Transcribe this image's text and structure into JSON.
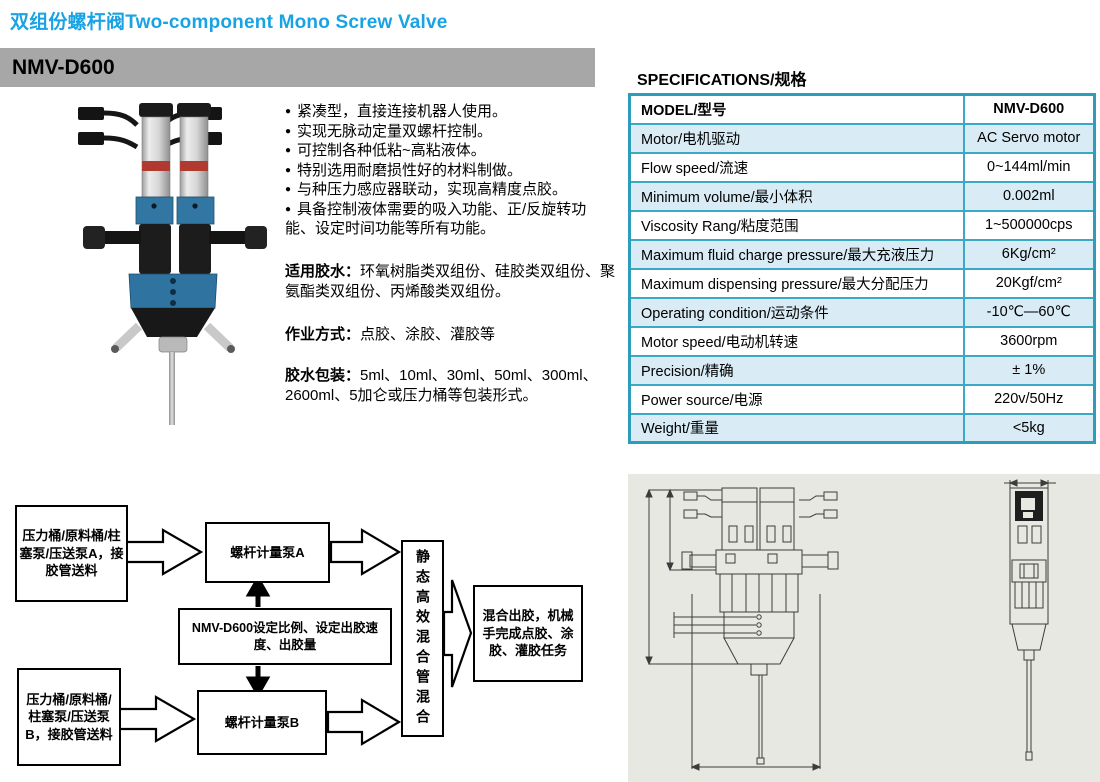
{
  "page": {
    "title": "双组份螺杆阀Two-component Mono Screw Valve",
    "model_header": "NMV-D600"
  },
  "features": {
    "bullets": [
      "紧凑型，直接连接机器人使用。",
      "实现无脉动定量双螺杆控制。",
      "可控制各种低粘~高粘液体。",
      "特别选用耐磨损性好的材料制做。",
      "与种压力感应器联动，实现高精度点胶。",
      "具备控制液体需要的吸入功能、正/反旋转功能、设定时间功能等所有功能。"
    ],
    "glue_label": "适用胶水：",
    "glue_text": "环氧树脂类双组份、硅胶类双组份、聚氨酯类双组份、丙烯酸类双组份。",
    "work_label": "作业方式：",
    "work_text": "点胶、涂胶、灌胶等",
    "package_label": "胶水包装：",
    "package_text": "5ml、10ml、30ml、50ml、300ml、2600ml、5加仑或压力桶等包装形式。"
  },
  "specs": {
    "title": "SPECIFICATIONS/规格",
    "rows": [
      {
        "label": "MODEL/型号",
        "value": "NMV-D600"
      },
      {
        "label": "Motor/电机驱动",
        "value": "AC Servo motor"
      },
      {
        "label": "Flow speed/流速",
        "value": "0~144ml/min"
      },
      {
        "label": "Minimum volume/最小体积",
        "value": "0.002ml"
      },
      {
        "label": "Viscosity Rang/粘度范围",
        "value": "1~500000cps"
      },
      {
        "label": "Maximum fluid charge pressure/最大充液压力",
        "value": "6Kg/cm²"
      },
      {
        "label": "Maximum dispensing pressure/最大分配压力",
        "value": "20Kgf/cm²"
      },
      {
        "label": "Operating condition/运动条件",
        "value": "-10℃—60℃"
      },
      {
        "label": "Motor speed/电动机转速",
        "value": "3600rpm"
      },
      {
        "label": "Precision/精确",
        "value": "± 1%"
      },
      {
        "label": "Power source/电源",
        "value": "220v/50Hz"
      },
      {
        "label": "Weight/重量",
        "value": "<5kg"
      }
    ]
  },
  "diagram": {
    "feed_a": "压力桶/原料桶/柱塞泵/压送泵A，接胶管送料",
    "pump_a": "螺杆计量泵A",
    "controller": "NMV-D600设定比例、设定出胶速度、出胶量",
    "feed_b": "压力桶/原料桶/柱塞泵/压送泵B，接胶管送料",
    "pump_b": "螺杆计量泵B",
    "mixer": "静态高效混合管混合",
    "output": "混合出胶，机械手完成点胶、涂胶、灌胶任务"
  },
  "colors": {
    "accent_title": "#19A3E4",
    "header_bar_gray": "#A7A7A7",
    "table_border": "#3BA8C6",
    "table_alt_row": "#D9ECF5",
    "drawing_background": "#E8E8E2",
    "valve_blue": "#3276A3",
    "valve_red_band": "#B03A30"
  }
}
